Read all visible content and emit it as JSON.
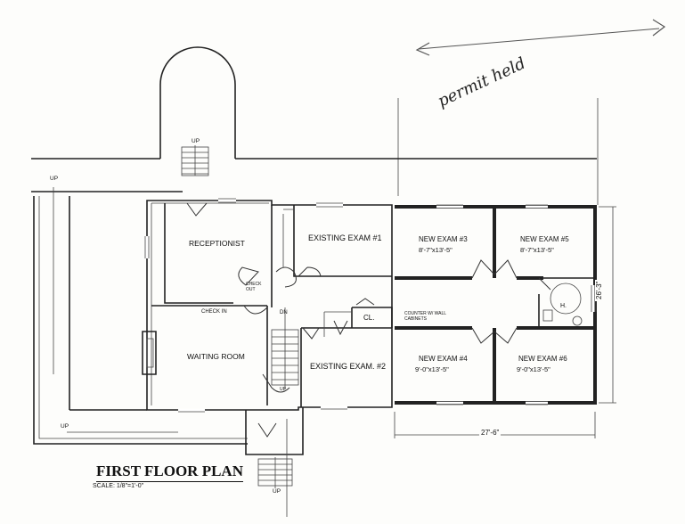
{
  "title": "FIRST FLOOR PLAN",
  "scale": "SCALE: 1/8\"=1'-0\"",
  "handwritten_note": "permit held",
  "rooms": {
    "receptionist": "RECEPTIONIST",
    "check_out": "CHECK OUT",
    "check_in": "CHECK IN",
    "waiting_room": "WAITING ROOM",
    "existing_exam_1": "EXISTING EXAM #1",
    "existing_exam_2": "EXISTING EXAM. #2",
    "closet": "CL.",
    "counter": "COUNTER W/ WALL CABINETS",
    "new_exam_3": "NEW EXAM #3",
    "new_exam_3_dim": "8'-7\"x13'-5\"",
    "new_exam_5": "NEW EXAM #5",
    "new_exam_5_dim": "8'-7\"x13'-5\"",
    "new_exam_4": "NEW EXAM #4",
    "new_exam_4_dim": "9'-0\"x13'-5\"",
    "new_exam_6": "NEW EXAM #6",
    "new_exam_6_dim": "9'-0\"x13'-5\"",
    "bath": "H."
  },
  "stairs": {
    "up_top": "UP",
    "up_left": "UP",
    "up_bottom_left": "UP",
    "dn": "DN",
    "up_interior": "UP",
    "up_bottom": "UP"
  },
  "dimensions": {
    "width": "27'-6\"",
    "height": "26'-3\""
  }
}
